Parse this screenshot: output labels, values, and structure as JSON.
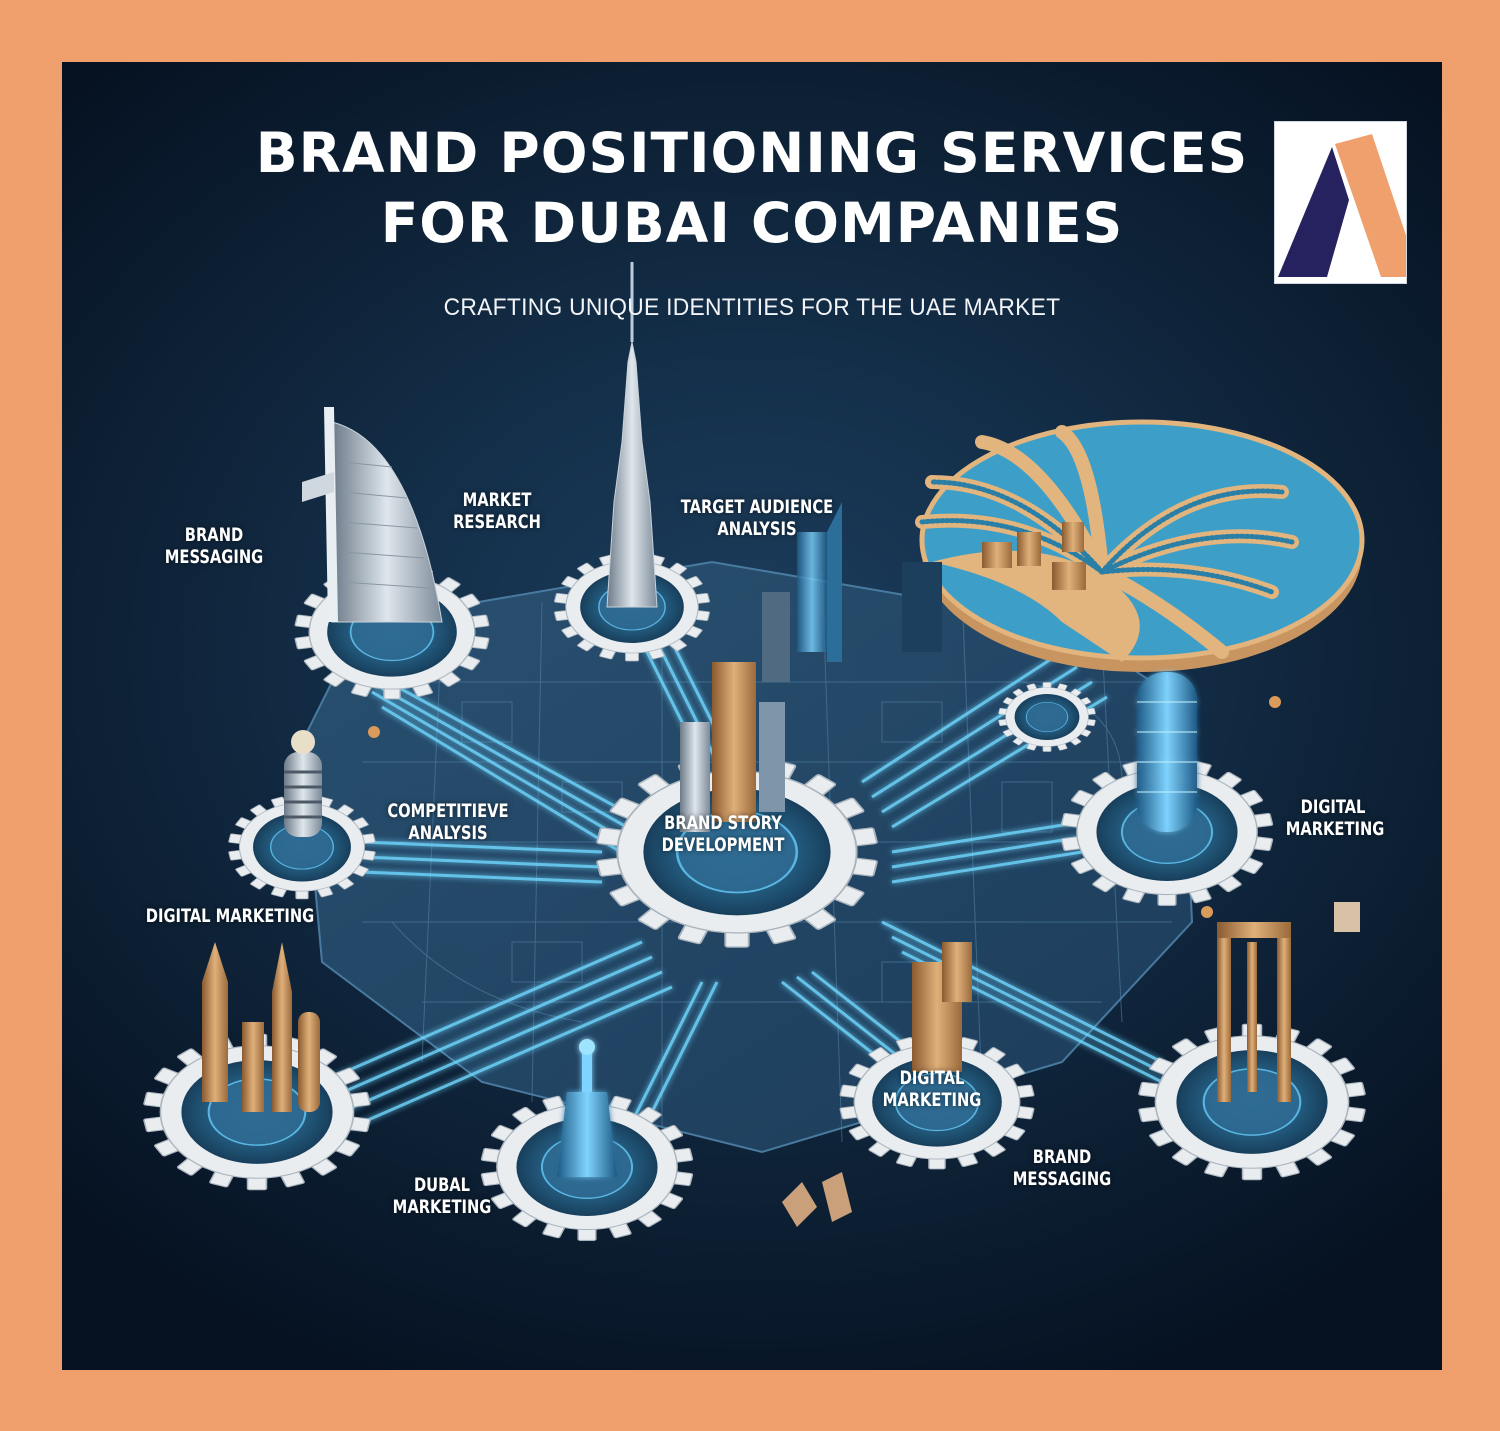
{
  "colors": {
    "border": "#f0a06c",
    "background_dark": "#0e2237",
    "background_mid": "#1c3d5c",
    "glow_cyan": "#5fd0ff",
    "gear_white": "#e8ecef",
    "gold": "#c89460",
    "logo_navy": "#26215f",
    "logo_orange": "#f0a06c"
  },
  "header": {
    "title_line1": "BRAND POSITIONING SERVICES",
    "title_line2": "FOR DUBAI COMPANIES",
    "subtitle": "CRAFTING UNIQUE IDENTITIES FOR THE UAE MARKET"
  },
  "logo": {
    "letter": "A",
    "name": "logo-mark"
  },
  "nodes": [
    {
      "id": "brand-messaging-top",
      "line1": "BRAND",
      "line2": "MESSAGING",
      "landmark": "burj-al-arab"
    },
    {
      "id": "market-research",
      "line1": "MARKET",
      "line2": "RESEARCH",
      "landmark": "burj-khalifa"
    },
    {
      "id": "target-audience",
      "line1": "TARGET AUDIENCE",
      "line2": "ANALYSIS",
      "landmark": "skyscrapers"
    },
    {
      "id": "palm",
      "line1": "",
      "line2": "",
      "landmark": "palm-jumeirah"
    },
    {
      "id": "competitive",
      "line1": "COMPETITIEVE",
      "line2": "ANALYSIS",
      "landmark": "tower"
    },
    {
      "id": "brand-story",
      "line1": "BRAND STORY",
      "line2": "DEVELOPMENT",
      "landmark": "central-towers"
    },
    {
      "id": "digital-marketing-right",
      "line1": "DIGITAL",
      "line2": "MARKETING",
      "landmark": "glowing-tower"
    },
    {
      "id": "digital-marketing-left",
      "line1": "DIGITAL MARKETING",
      "line2": "",
      "landmark": "gold-towers"
    },
    {
      "id": "dubal-marketing",
      "line1": "DUBAL",
      "line2": "MARKETING",
      "landmark": "blue-tower"
    },
    {
      "id": "digital-marketing-bottom",
      "line1": "DIGITAL",
      "line2": "MARKETING",
      "landmark": "gold-building"
    },
    {
      "id": "brand-messaging-bottom",
      "line1": "BRAND",
      "line2": "MESSAGING",
      "landmark": "dubai-frame"
    }
  ]
}
